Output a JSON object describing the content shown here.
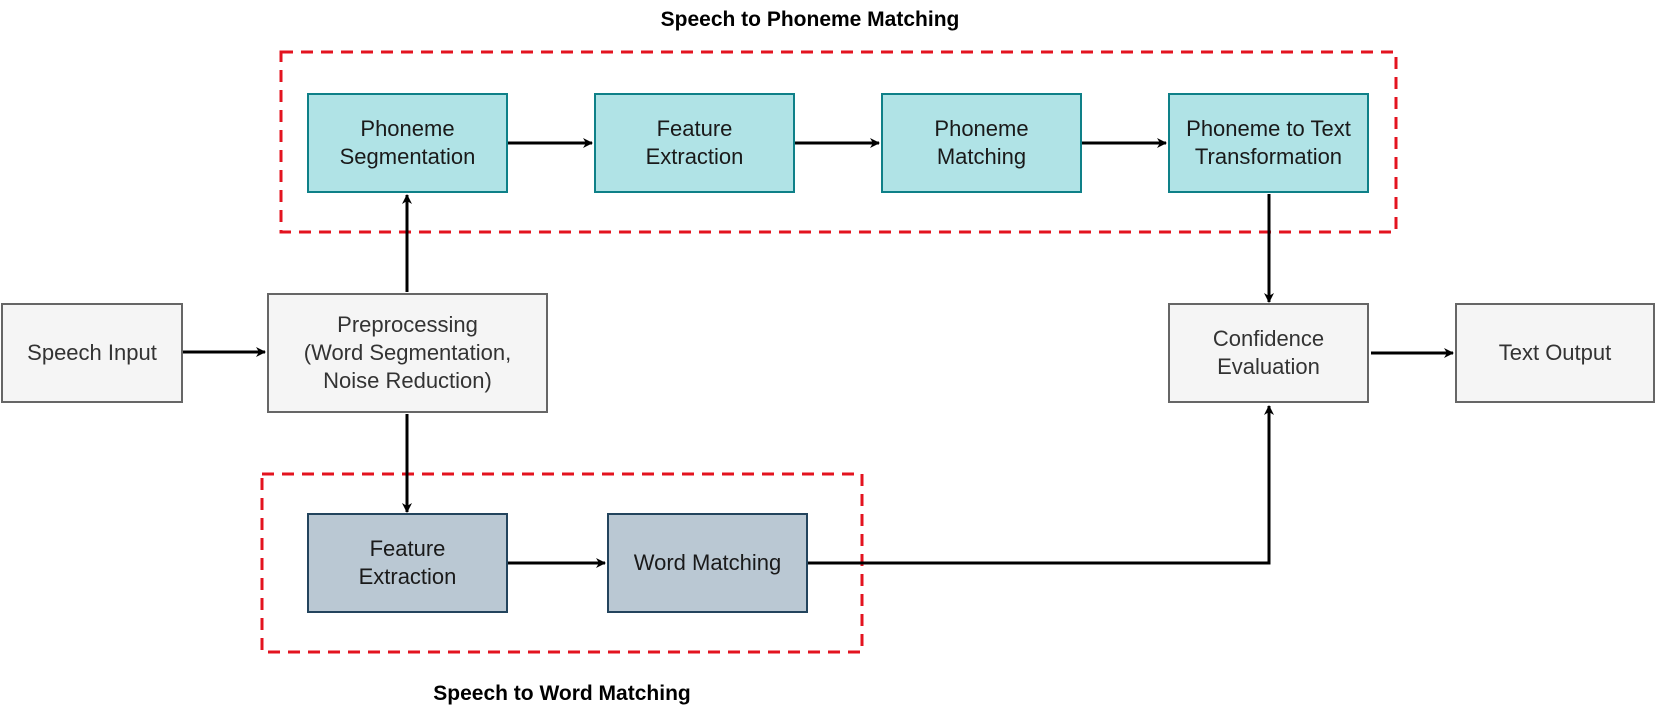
{
  "groups": {
    "phoneme": {
      "title": "Speech to Phoneme Matching"
    },
    "word": {
      "title": "Speech to Word Matching"
    }
  },
  "nodes": {
    "speech_input": "Speech Input",
    "preprocessing": "Preprocessing\n(Word Segmentation,\nNoise Reduction)",
    "phoneme_segmentation": "Phoneme\nSegmentation",
    "feature_extraction_phoneme": "Feature\nExtraction",
    "phoneme_matching": "Phoneme\nMatching",
    "phoneme_to_text": "Phoneme to Text\nTransformation",
    "feature_extraction_word": "Feature\nExtraction",
    "word_matching": "Word Matching",
    "confidence_evaluation": "Confidence\nEvaluation",
    "text_output": "Text Output"
  },
  "colors": {
    "group_border": "#e3131f",
    "edge": "#000000",
    "teal_fill": "#b0e3e6",
    "teal_stroke": "#0e8088",
    "gray_fill": "#bac8d3",
    "gray_stroke": "#23445d",
    "plain_fill": "#f5f5f5",
    "plain_stroke": "#666666"
  }
}
